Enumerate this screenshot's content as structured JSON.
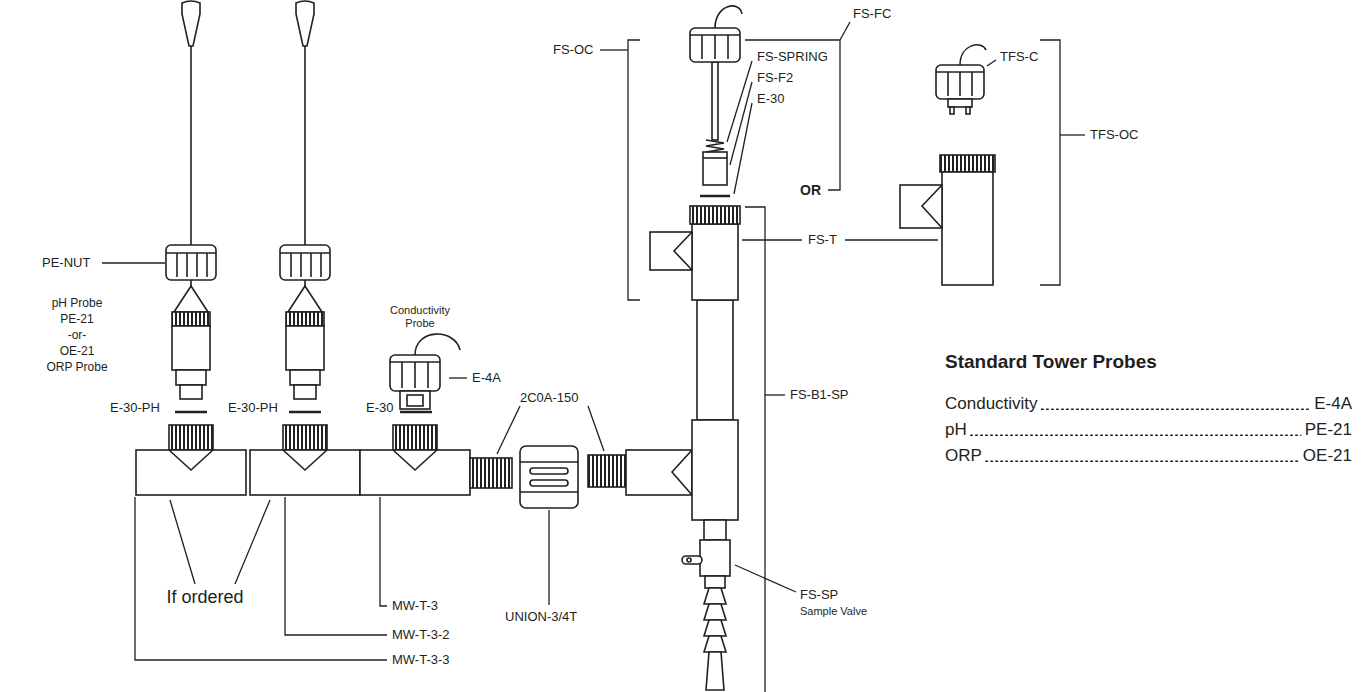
{
  "diagram": {
    "title": "Standard Tower Probes",
    "labels": [
      "FS-FC",
      "FS-OC",
      "FS-SPRING",
      "TFS-C",
      "FS-F2",
      "TFS-OC",
      "E-30",
      "PE-NUT",
      "OR",
      "FS-T",
      "pH Probe",
      "PE-21",
      "-or-",
      "OE-21",
      "ORP Probe",
      "Conductivity Probe",
      "E-4A",
      "FS-B1-SP",
      "E-30-PH",
      "E-30-PH",
      "E-30",
      "2C0A-150",
      "FS-SP",
      "Sample Valve",
      "If ordered",
      "MW-T-3",
      "UNION-3/4T",
      "MW-T-3-2",
      "MW-T-3-3",
      "Conductivity",
      "E-4A",
      "pH",
      "PE-21",
      "ORP",
      "OE-21"
    ]
  }
}
